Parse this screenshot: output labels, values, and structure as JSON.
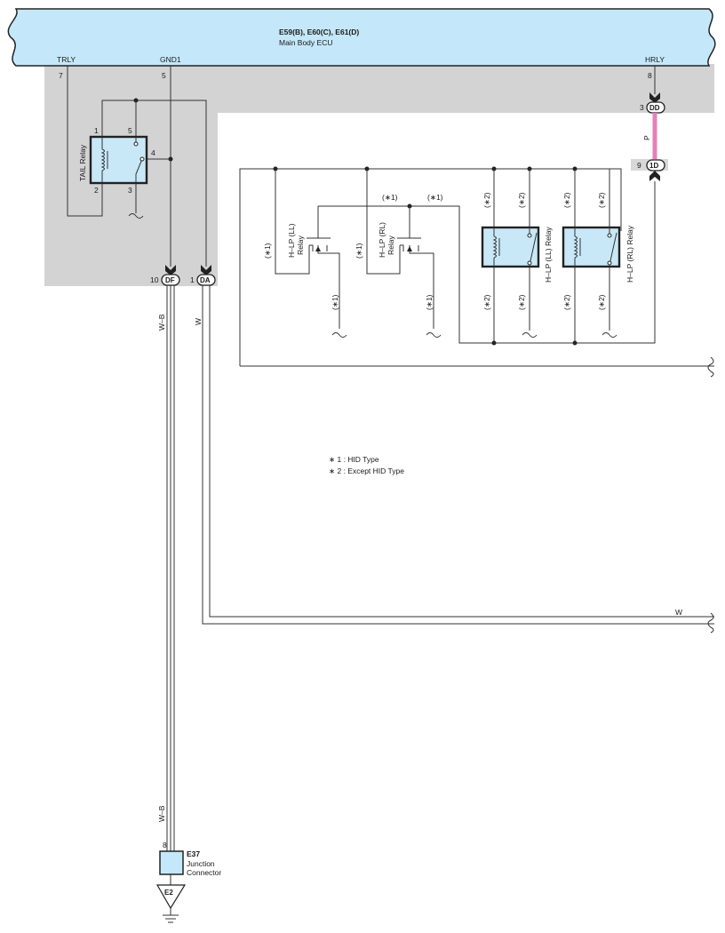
{
  "ecu": {
    "title": "E59(B), E60(C), E61(D)",
    "subtitle": "Main Body ECU",
    "pins": [
      {
        "num": "7",
        "label": "TRLY"
      },
      {
        "num": "5",
        "label": "GND1"
      },
      {
        "num": "8",
        "label": "HRLY"
      }
    ]
  },
  "tail_relay": {
    "label": "TAIL Relay",
    "pins": [
      "1",
      "5",
      "4",
      "2",
      "3"
    ]
  },
  "connectors": {
    "dd": {
      "code": "DD",
      "pin": "3"
    },
    "one_d": {
      "code": "1D",
      "pin": "9"
    },
    "df": {
      "code": "DF",
      "pin": "10"
    },
    "da": {
      "code": "DA",
      "pin": "1"
    }
  },
  "wires": {
    "p": "P",
    "wb_top": "W–B",
    "w_top": "W",
    "w_right": "W",
    "wb_bottom": "W–B"
  },
  "hid_relays": [
    {
      "label": "H–LP (LL)",
      "sub": "Relay"
    },
    {
      "label": "H–LP (RL)",
      "sub": "Relay"
    }
  ],
  "std_relays": [
    {
      "label": "H–LP (LL) Relay"
    },
    {
      "label": "H–LP (RL) Relay"
    }
  ],
  "notes": {
    "n1": "(∗1)",
    "n2": "(∗2)"
  },
  "legend": [
    "∗ 1 : HID Type",
    "∗ 2 : Except HID Type"
  ],
  "junction": {
    "code": "E37",
    "line1": "Junction",
    "line2": "Connector",
    "pin": "8"
  },
  "ground": {
    "code": "E2"
  }
}
